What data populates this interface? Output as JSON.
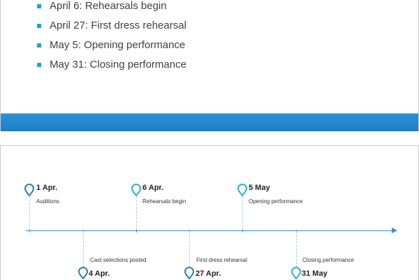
{
  "bullet_slide": {
    "items": [
      "April 6: Rehearsals begin",
      "April 27: First dress rehearsal",
      "May 5: Opening performance",
      "May 31: Closing performance"
    ]
  },
  "timeline": {
    "milestones": [
      {
        "date": "1 Apr.",
        "event": "Auditions"
      },
      {
        "date": "4 Apr.",
        "event": "Cast selections posted"
      },
      {
        "date": "6 Apr.",
        "event": "Rehearsals begin"
      },
      {
        "date": "27 Apr.",
        "event": "First dress rehearsal"
      },
      {
        "date": "5 May",
        "event": "Opening performance"
      },
      {
        "date": "31 May",
        "event": "Closing performance"
      }
    ]
  },
  "colors": {
    "accent": "#1aa3d9",
    "band": "#2385cf",
    "pin_dark": "#2e7fb0",
    "pin_teal": "#2fb3c6"
  }
}
